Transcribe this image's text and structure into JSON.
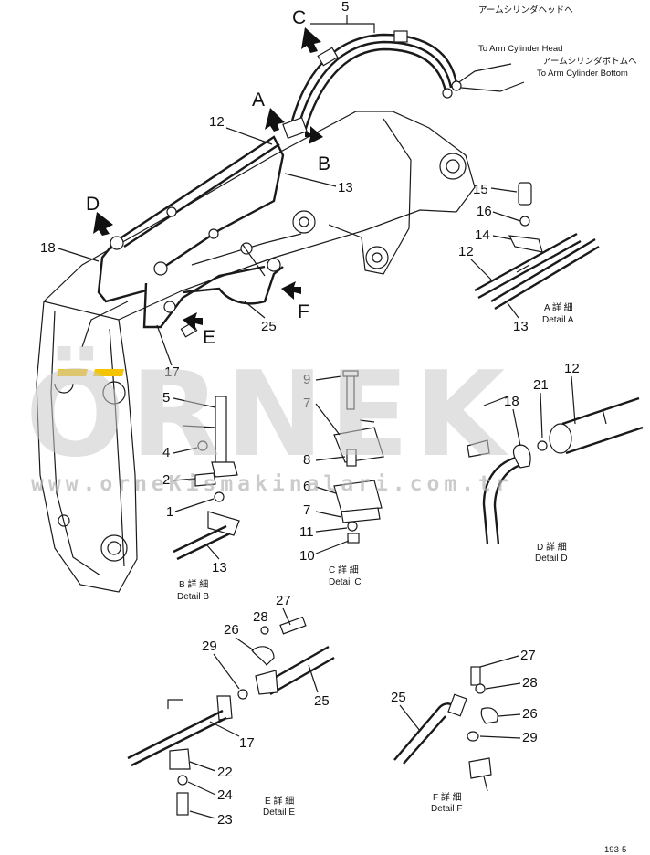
{
  "watermark": {
    "brand": "ÖRNEK",
    "url": "www.orneKismakinalari.com.tr",
    "accent_color": "#f5c400"
  },
  "notes": {
    "head_jp": "アームシリンダヘッドへ",
    "head_en": "To Arm Cylinder Head",
    "bottom_jp": "アームシリンダボトムへ",
    "bottom_en": "To Arm Cylinder Bottom"
  },
  "view_letters": [
    "A",
    "B",
    "C",
    "D",
    "E",
    "F"
  ],
  "details": [
    {
      "jp": "A 詳 細",
      "en": "Detail A"
    },
    {
      "jp": "B 詳 細",
      "en": "Detail B"
    },
    {
      "jp": "C 詳 細",
      "en": "Detail C"
    },
    {
      "jp": "D 詳 細",
      "en": "Detail D"
    },
    {
      "jp": "E 詳 細",
      "en": "Detail E"
    },
    {
      "jp": "F 詳 細",
      "en": "Detail F"
    }
  ],
  "part_numbers": {
    "main": [
      "5",
      "12",
      "13",
      "18",
      "17",
      "25"
    ],
    "a": [
      "15",
      "16",
      "14",
      "12",
      "13"
    ],
    "b": [
      "5",
      "4",
      "2",
      "1",
      "13"
    ],
    "c": [
      "9",
      "7",
      "8",
      "6",
      "7",
      "11",
      "10"
    ],
    "d": [
      "18",
      "21",
      "12"
    ],
    "e": [
      "28",
      "27",
      "26",
      "29",
      "25",
      "17",
      "22",
      "24",
      "23"
    ],
    "f": [
      "27",
      "28",
      "26",
      "29",
      "25"
    ]
  },
  "page_mark": "193-5"
}
